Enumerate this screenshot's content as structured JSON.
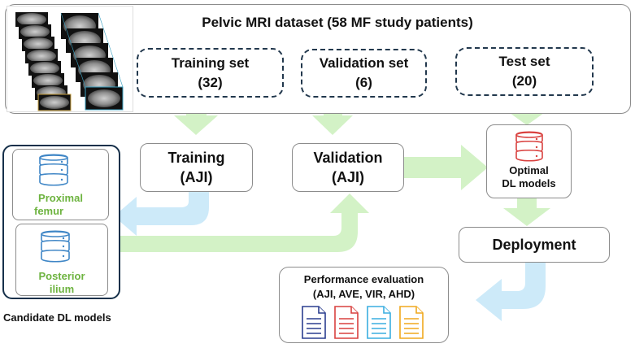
{
  "title": "Pelvic MRI dataset (58 MF study patients)",
  "sets": {
    "training": {
      "label": "Training set",
      "count": "(32)"
    },
    "validation": {
      "label": "Validation set",
      "count": "(6)"
    },
    "test": {
      "label": "Test set",
      "count": "(20)"
    }
  },
  "steps": {
    "training": {
      "label": "Training",
      "metric": "(AJI)"
    },
    "validation": {
      "label": "Validation",
      "metric": "(AJI)"
    },
    "optimal": {
      "line1": "Optimal",
      "line2": "DL models"
    },
    "deployment": {
      "label": "Deployment"
    }
  },
  "candidates": {
    "proximal": {
      "line1": "Proximal",
      "line2": "femur"
    },
    "posterior": {
      "line1": "Posterior",
      "line2": "ilium"
    },
    "caption": "Candidate DL models"
  },
  "evaluation": {
    "title": "Performance evaluation",
    "metrics": "(AJI, AVE, VIR, AHD)"
  },
  "colors": {
    "arrow_green": "#d3f2c6",
    "arrow_blue": "#cdeaf9",
    "db_blue": "#3f86c6",
    "db_red": "#d9413f",
    "label_green": "#6db33f",
    "dashed_border": "#22384d",
    "doc_colors": [
      "#2b3e8f",
      "#d9413f",
      "#3aaee0",
      "#f0a81e"
    ]
  },
  "icons": [
    "mri-slice-stack-icon",
    "database-icon",
    "document-icon"
  ]
}
